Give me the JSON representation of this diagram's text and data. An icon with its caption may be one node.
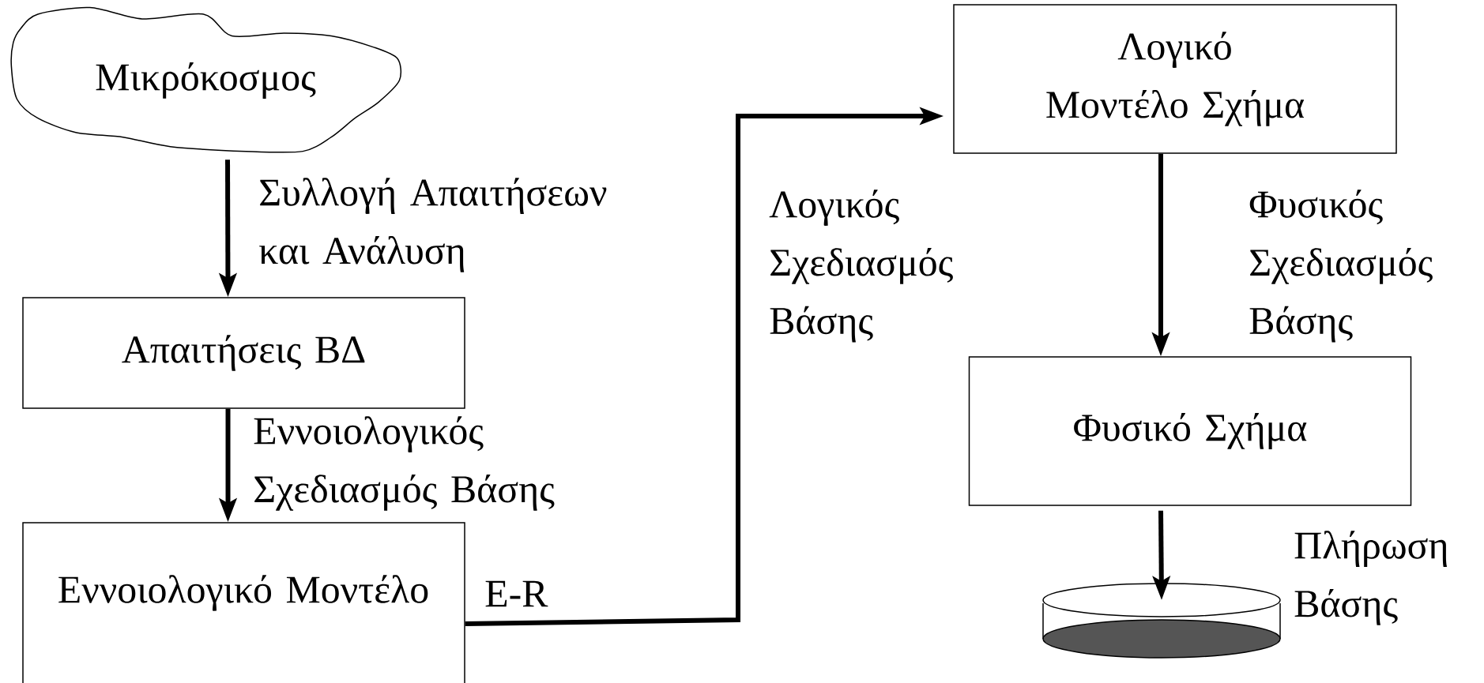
{
  "diagram": {
    "nodes": [
      {
        "text": [
          "Μικρόκοσμος"
        ]
      },
      {
        "text": [
          "Απαιτήσεις ΒΔ"
        ]
      },
      {
        "text": [
          "Εννοιολογικό Μοντέλο"
        ],
        "beside": [
          "E-R"
        ]
      },
      {
        "text": [
          "Λογικό Μοντέλο Σχήμα"
        ]
      },
      {
        "text": [
          "Φυσικό Σχήμα"
        ]
      },
      {
        "text": [],
        "shape": "cylinder"
      }
    ],
    "edges": [
      {
        "from": 0,
        "to": 1,
        "arrow": "to",
        "label": "Συλλογή Απαιτήσεων και Ανάλυση"
      },
      {
        "from": 1,
        "to": 2,
        "arrow": "to",
        "label": "Εννοιολογικός Σχεδιασμός Βάσης"
      },
      {
        "from": 2,
        "to": 3,
        "arrow": "to",
        "label": "Λογικός Σχεδιασμός Βάσης"
      },
      {
        "from": 3,
        "to": 4,
        "arrow": "to",
        "label": "Φυσικός Σχεδιασμός Βάσης"
      },
      {
        "from": 4,
        "to": 5,
        "arrow": "to",
        "label": "Πλήρωση Βάσης"
      }
    ]
  }
}
